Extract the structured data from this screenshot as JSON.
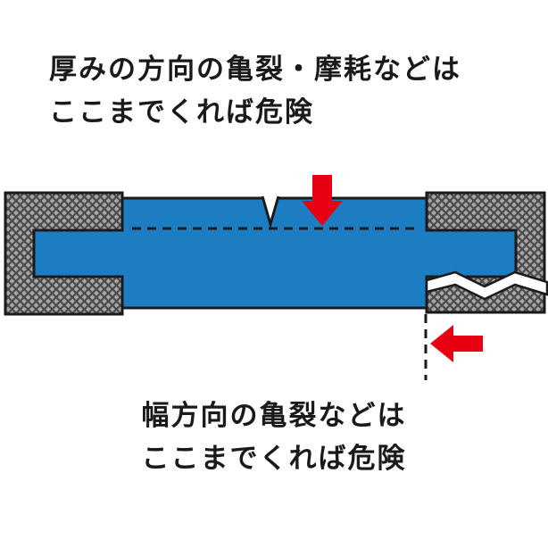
{
  "colors": {
    "background": "#ffffff",
    "belt_blue": "#1d7dc2",
    "arrow_red": "#e60012",
    "hatch_base": "#a6a6a6",
    "hatch_line": "#4a4a4a",
    "outline": "#1a1a1a",
    "crack_white": "#ffffff",
    "text": "#1a1a1a"
  },
  "annotations": {
    "top_caption": {
      "line1": "厚みの方向の亀裂・摩耗などは",
      "line2": "ここまでくれば危険"
    },
    "bottom_caption": {
      "line1": "幅方向の亀裂などは",
      "line2": "ここまでくれば危険"
    }
  }
}
